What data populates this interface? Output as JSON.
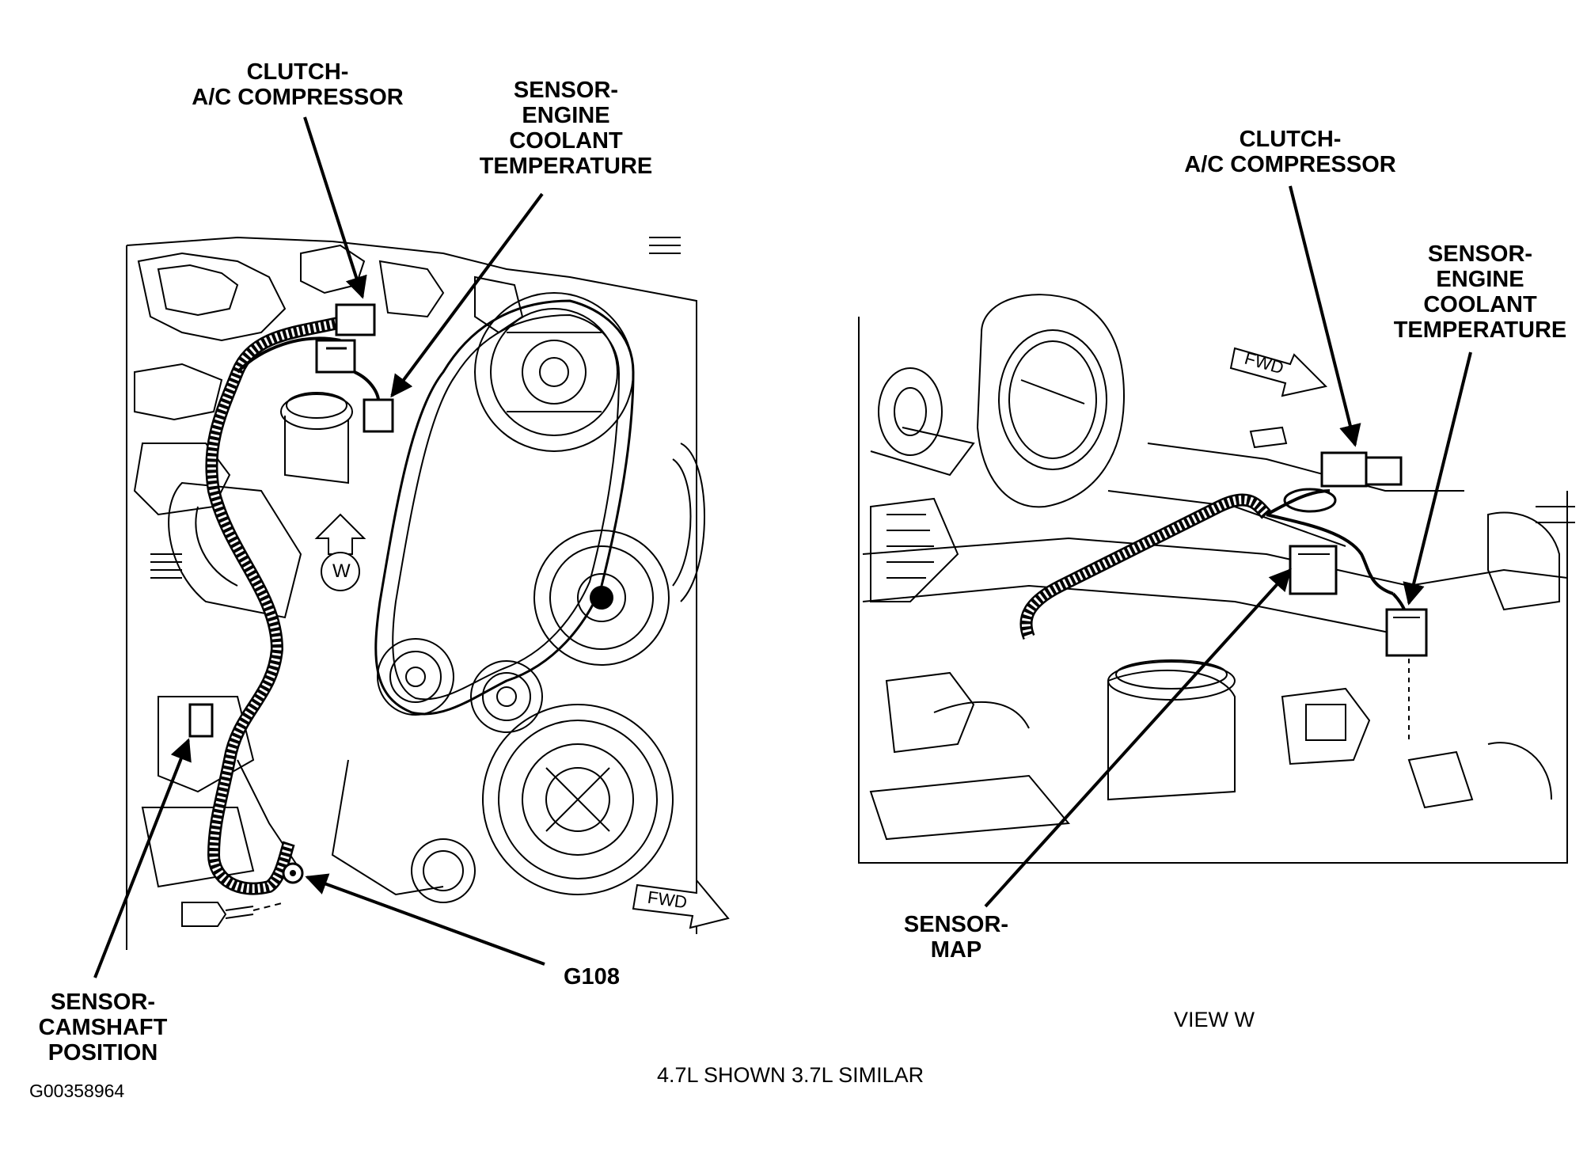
{
  "left_view": {
    "callouts": {
      "clutch_ac": [
        "CLUTCH-",
        "A/C COMPRESSOR"
      ],
      "ect_sensor": [
        "SENSOR-",
        "ENGINE",
        "COOLANT",
        "TEMPERATURE"
      ],
      "cam_sensor": [
        "SENSOR-",
        "CAMSHAFT",
        "POSITION"
      ],
      "ground": "G108"
    },
    "view_marker": "W",
    "fwd_arrow": "FWD"
  },
  "right_view": {
    "callouts": {
      "clutch_ac": [
        "CLUTCH-",
        "A/C COMPRESSOR"
      ],
      "ect_sensor": [
        "SENSOR-",
        "ENGINE",
        "COOLANT",
        "TEMPERATURE"
      ],
      "map_sensor": [
        "SENSOR-",
        "MAP"
      ]
    },
    "fwd_arrow": "FWD",
    "view_title": "VIEW W"
  },
  "caption": "4.7L SHOWN 3.7L SIMILAR",
  "figure_id": "G00358964"
}
